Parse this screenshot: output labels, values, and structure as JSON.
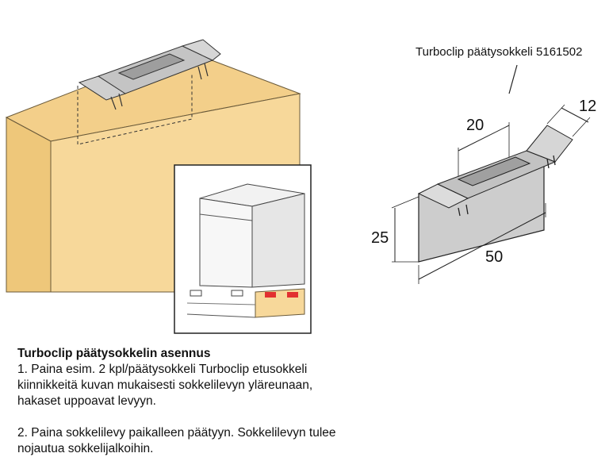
{
  "part_label": "Turboclip päätysokkeli 5161502",
  "dimensions": {
    "width": "20",
    "depth": "12",
    "height": "25",
    "length": "50"
  },
  "instructions": {
    "title": "Turboclip päätysokkelin asennus",
    "step1": "1. Paina esim.  2 kpl/päätysokkeli Turboclip etusokkeli kiinnikkeitä kuvan mukaisesti sokkelilevyn yläreunaan, hakaset uppoavat levyyn.",
    "step2": "2. Paina sokkelilevy paikalleen päätyyn. Sokkelilevyn tulee nojautua sokkelijalkoihin."
  },
  "colors": {
    "wood": "#f7d89a",
    "wood_edge": "#eec77a",
    "clip_gray": "#c9c9c9",
    "clip_dark": "#a8a8a8",
    "accent_red": "#e23030"
  }
}
